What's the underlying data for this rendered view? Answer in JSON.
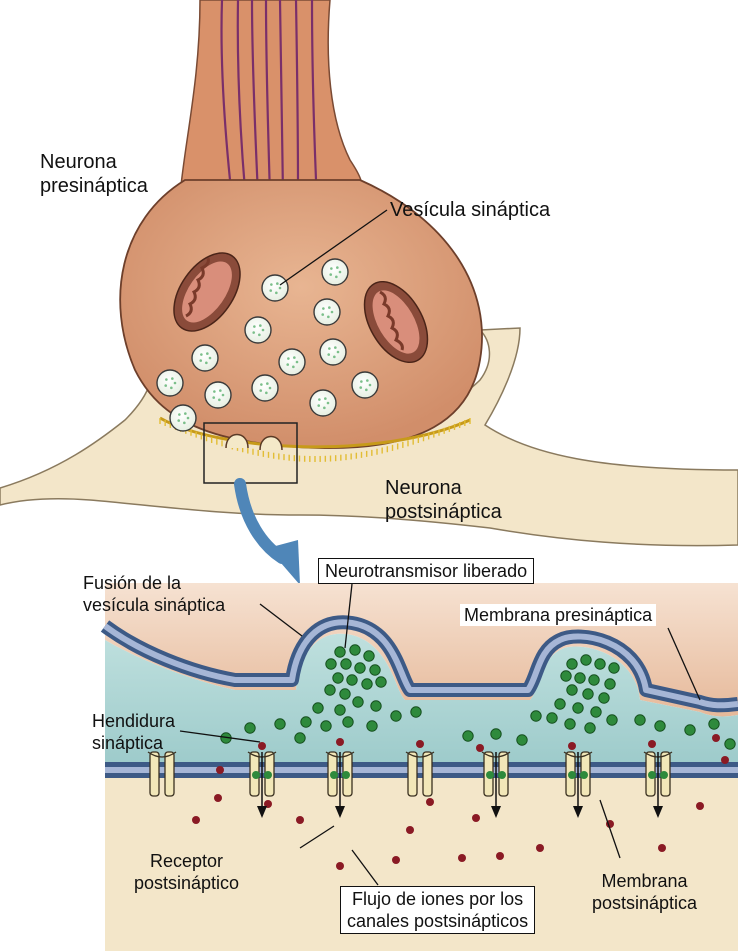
{
  "labels": {
    "presynaptic_neuron": [
      "Neurona",
      "presináptica"
    ],
    "synaptic_vesicle": "Vesícula sináptica",
    "postsynaptic_neuron": [
      "Neurona",
      "postsináptica"
    ],
    "vesicle_fusion": [
      "Fusión de la",
      "vesícula sináptica"
    ],
    "released_neurotransmitter": "Neurotransmisor liberado",
    "presynaptic_membrane": "Membrana presináptica",
    "synaptic_cleft": [
      "Hendidura",
      "sináptica"
    ],
    "postsynaptic_receptor": [
      "Receptor",
      "postsináptico"
    ],
    "ion_flow": [
      "Flujo de iones por los",
      "canales postsinápticos"
    ],
    "postsynaptic_membrane": [
      "Membrana",
      "postsináptica"
    ]
  },
  "colors": {
    "axon": "#d9916a",
    "axon_stripes": "#7a2f6a",
    "terminal": "#dea07c",
    "postsynaptic_cell": "#f3e6c9",
    "vesicle": "#f4f8ec",
    "mitochondria": "#8a4b3a",
    "membrane": "#3d5a86",
    "cleft": "#a9d3d2",
    "neurotransmitter": "#2e8a3c",
    "ion": "#8a1a24",
    "receptor": "#f2e7b8",
    "arrow": "#4f86b8"
  }
}
